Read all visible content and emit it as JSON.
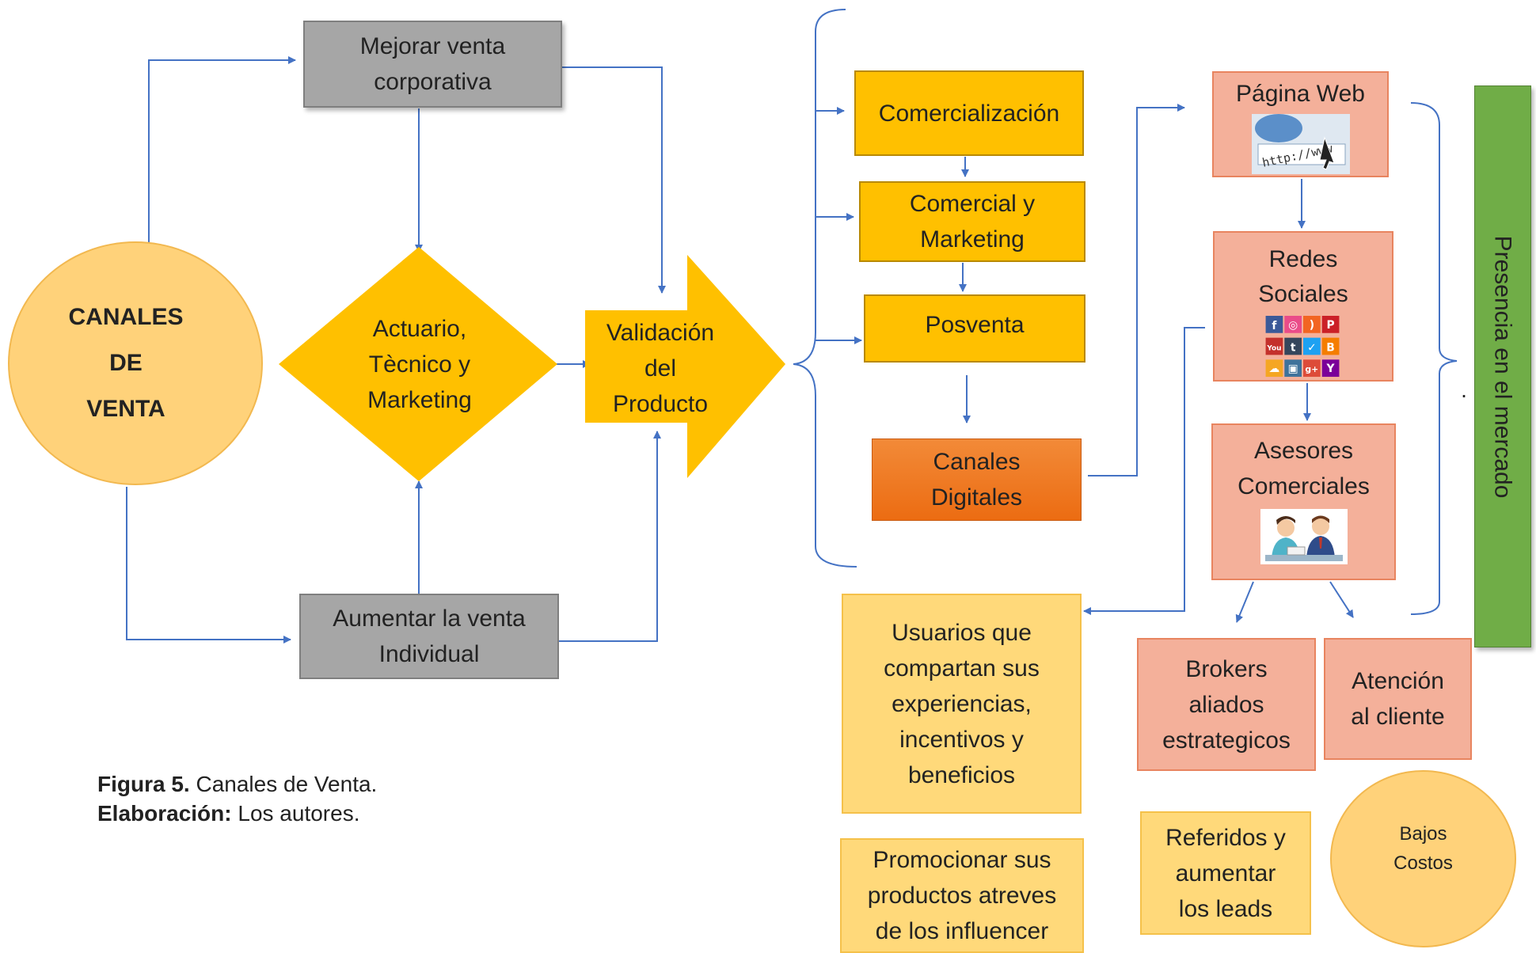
{
  "colors": {
    "connector": "#4472c4",
    "grey_box": "#a6a6a6",
    "gold": "#ffc000",
    "salmon": "#f4b09a",
    "orange": "#f07a1e",
    "cream": "#ffd97a",
    "circle": "#ffd27a",
    "green_bar": "#70ad47"
  },
  "nodes": {
    "canales_circle": "CANALES\nDE\nVENTA",
    "mejorar_venta": "Mejorar venta\ncorporativa",
    "aumentar_venta": "Aumentar la venta\nIndividual",
    "actuario_diamond": "Actuario,\nTècnico y\nMarketing",
    "validacion_arrow": "Validación\ndel\nProducto",
    "comercializacion": "Comercialización",
    "comercial_marketing": "Comercial y\nMarketing",
    "posventa": "Posventa",
    "canales_digitales": "Canales\nDigitales",
    "pagina_web": "Página Web",
    "redes_sociales": "Redes\nSociales",
    "asesores": "Asesores\nComerciales",
    "usuarios": "Usuarios que\ncompartan sus\nexperiencias,\nincentivos y\nbeneficios",
    "promocionar": "Promocionar sus\nproductos atreves\nde los influencer",
    "brokers": "Brokers\naliados\nestrategicos",
    "atencion": "Atención\nal cliente",
    "referidos": "Referidos y\naumentar\nlos leads",
    "bajos_costos": "Bajos\nCostos",
    "presencia": "Presencia en el mercado",
    "dot": "."
  },
  "caption": {
    "figure_label": "Figura 5.",
    "figure_text": " Canales de Venta.",
    "credit_label": "Elaboración:",
    "credit_text": " Los autores."
  },
  "icons": {
    "web": "web-url-icon",
    "social": "social-media-grid-icon",
    "advisors": "advisors-meeting-icon"
  },
  "image_text": {
    "url_fragment": "http://www"
  }
}
